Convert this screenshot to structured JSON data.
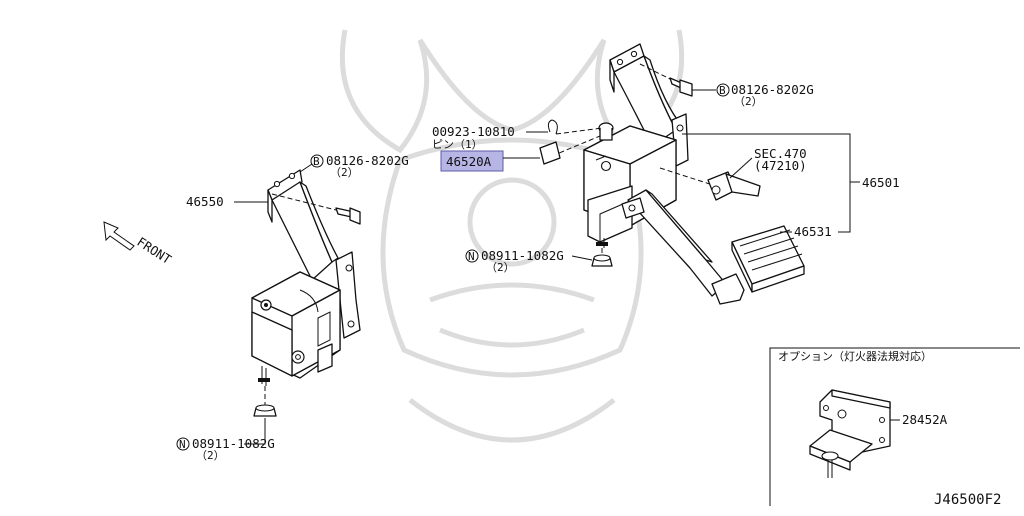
{
  "labels": {
    "pin_part": "00923-10810",
    "pin_name": "ピン（1）",
    "highlight_part": "46520A",
    "bolt_right": "08126-8202G",
    "bolt_right_qty": "（2）",
    "bolt_left": "08126-8202G",
    "bolt_left_qty": "（2）",
    "sec_ref": "SEC.470",
    "sec_sub": "(47210)",
    "assembly": "46501",
    "pedal_pad": "46531",
    "bracket_left": "46550",
    "nut_center": "08911-1082G",
    "nut_center_qty": "（2）",
    "nut_left": "08911-1082G",
    "nut_left_qty": "（2）",
    "front": "FRONT",
    "option_title": "オプション（灯火器法規対応）",
    "option_part": "28452A",
    "diagram_code": "J46500F2"
  },
  "badges": {
    "bolt": "B",
    "nut": "N"
  },
  "colors": {
    "highlight_fill": "#b7b5e6",
    "highlight_stroke": "#5e5ba8",
    "line": "#111111",
    "watermark": "#dcdcdc"
  }
}
